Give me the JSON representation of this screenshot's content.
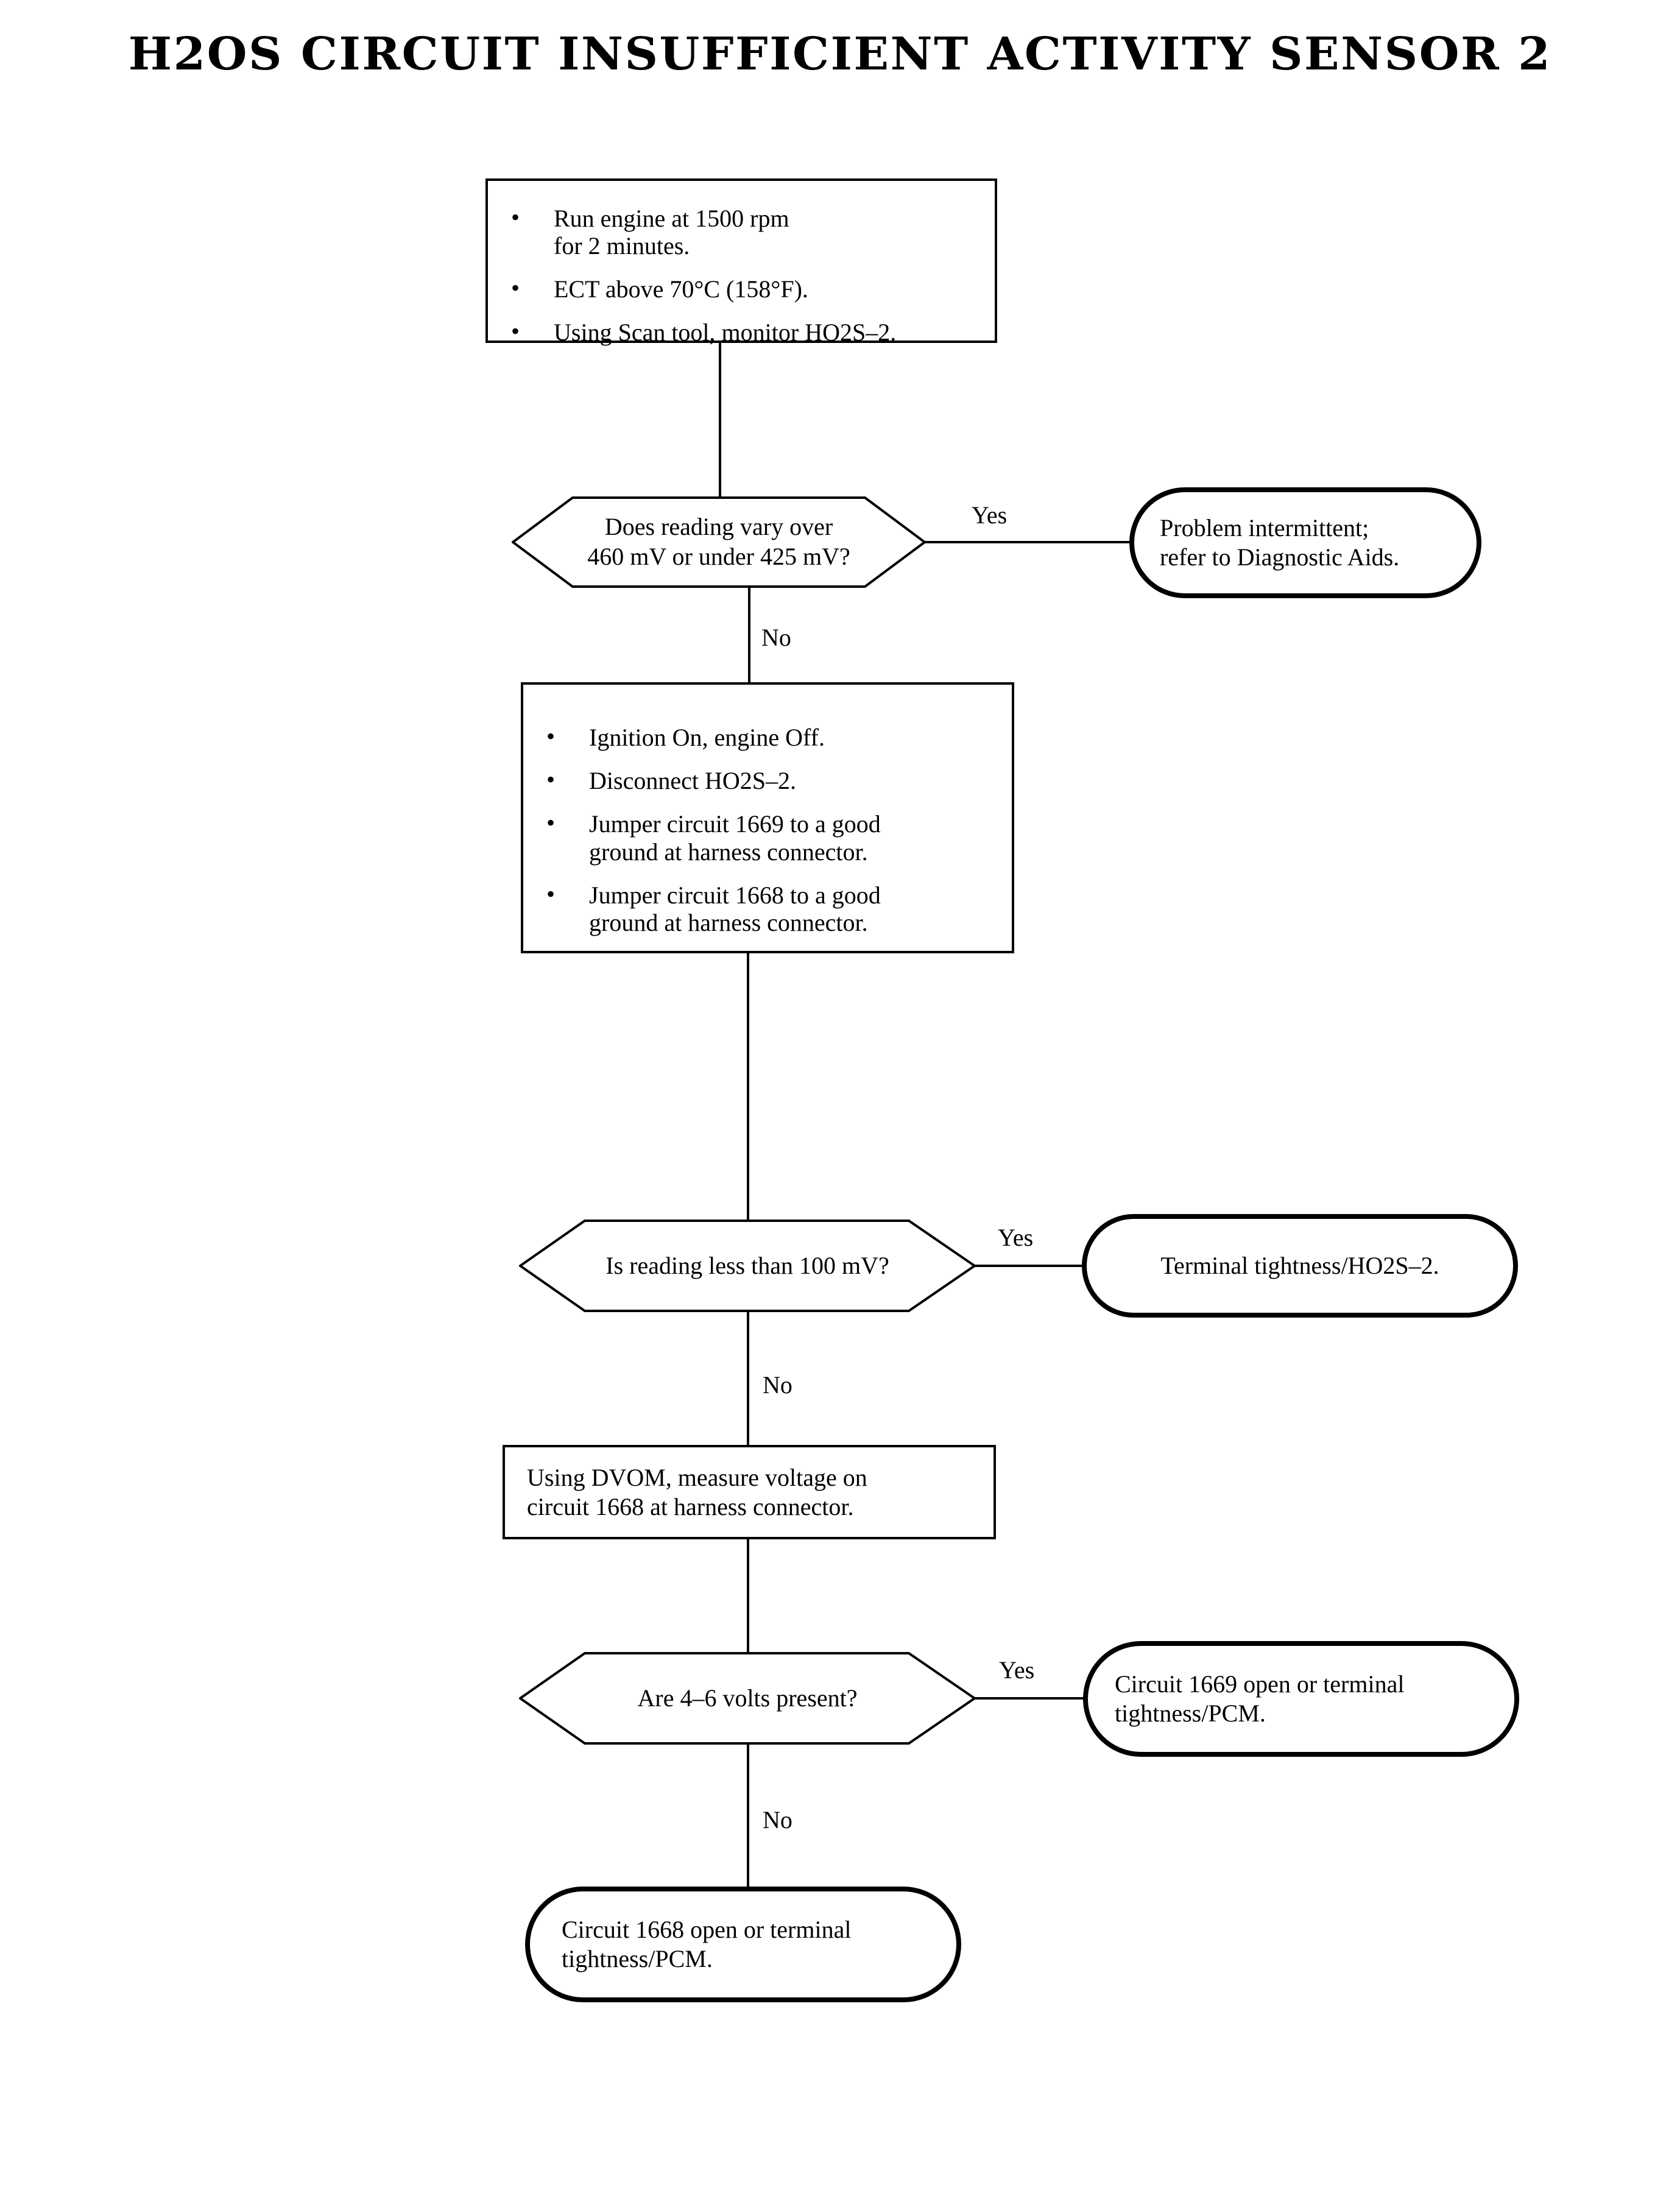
{
  "document": {
    "title": "H2OS CIRCUIT INSUFFICIENT ACTIVITY SENSOR 2"
  },
  "flowchart": {
    "type": "diagnostic-flowchart",
    "nodes": {
      "step1": {
        "shape": "process",
        "bullets": [
          "Run engine at 1500 rpm\nfor 2 minutes.",
          "ECT above 70°C (158°F).",
          "Using Scan tool, monitor  HO2S–2."
        ],
        "b1": "Run engine at 1500 rpm for 2 minutes.",
        "b2": "ECT above 70°C (158°F).",
        "b3": "Using Scan tool, monitor  HO2S–2."
      },
      "decision1": {
        "shape": "decision",
        "line1": "Does reading vary over",
        "line2": "460 mV or under 425 mV?"
      },
      "terminal1": {
        "shape": "terminal",
        "line1": "Problem intermittent;",
        "line2": "refer to Diagnostic Aids."
      },
      "step2": {
        "shape": "process",
        "b1": "Ignition On, engine Off.",
        "b2": "Disconnect HO2S–2.",
        "b3": "Jumper circuit 1669 to a good ground at harness connector.",
        "b4": "Jumper circuit 1668 to a good ground at harness connector."
      },
      "decision2": {
        "shape": "decision",
        "line1": "Is reading less than 100 mV?"
      },
      "terminal2": {
        "shape": "terminal",
        "line1": "Terminal tightness/HO2S–2."
      },
      "step3": {
        "shape": "process",
        "line1": "Using DVOM, measure voltage on",
        "line2": "circuit 1668 at harness connector."
      },
      "decision3": {
        "shape": "decision",
        "line1": "Are 4–6 volts present?"
      },
      "terminal3": {
        "shape": "terminal",
        "line1": "Circuit 1669 open or terminal",
        "line2": "tightness/PCM."
      },
      "terminal4": {
        "shape": "terminal",
        "line1": "Circuit 1668 open or terminal",
        "line2": "tightness/PCM."
      }
    },
    "edges": {
      "yes1": "Yes",
      "no1": "No",
      "yes2": "Yes",
      "no2": "No",
      "yes3": "Yes",
      "no3": "No"
    },
    "colors": {
      "ink": "#000000",
      "paper": "#ffffff"
    }
  }
}
